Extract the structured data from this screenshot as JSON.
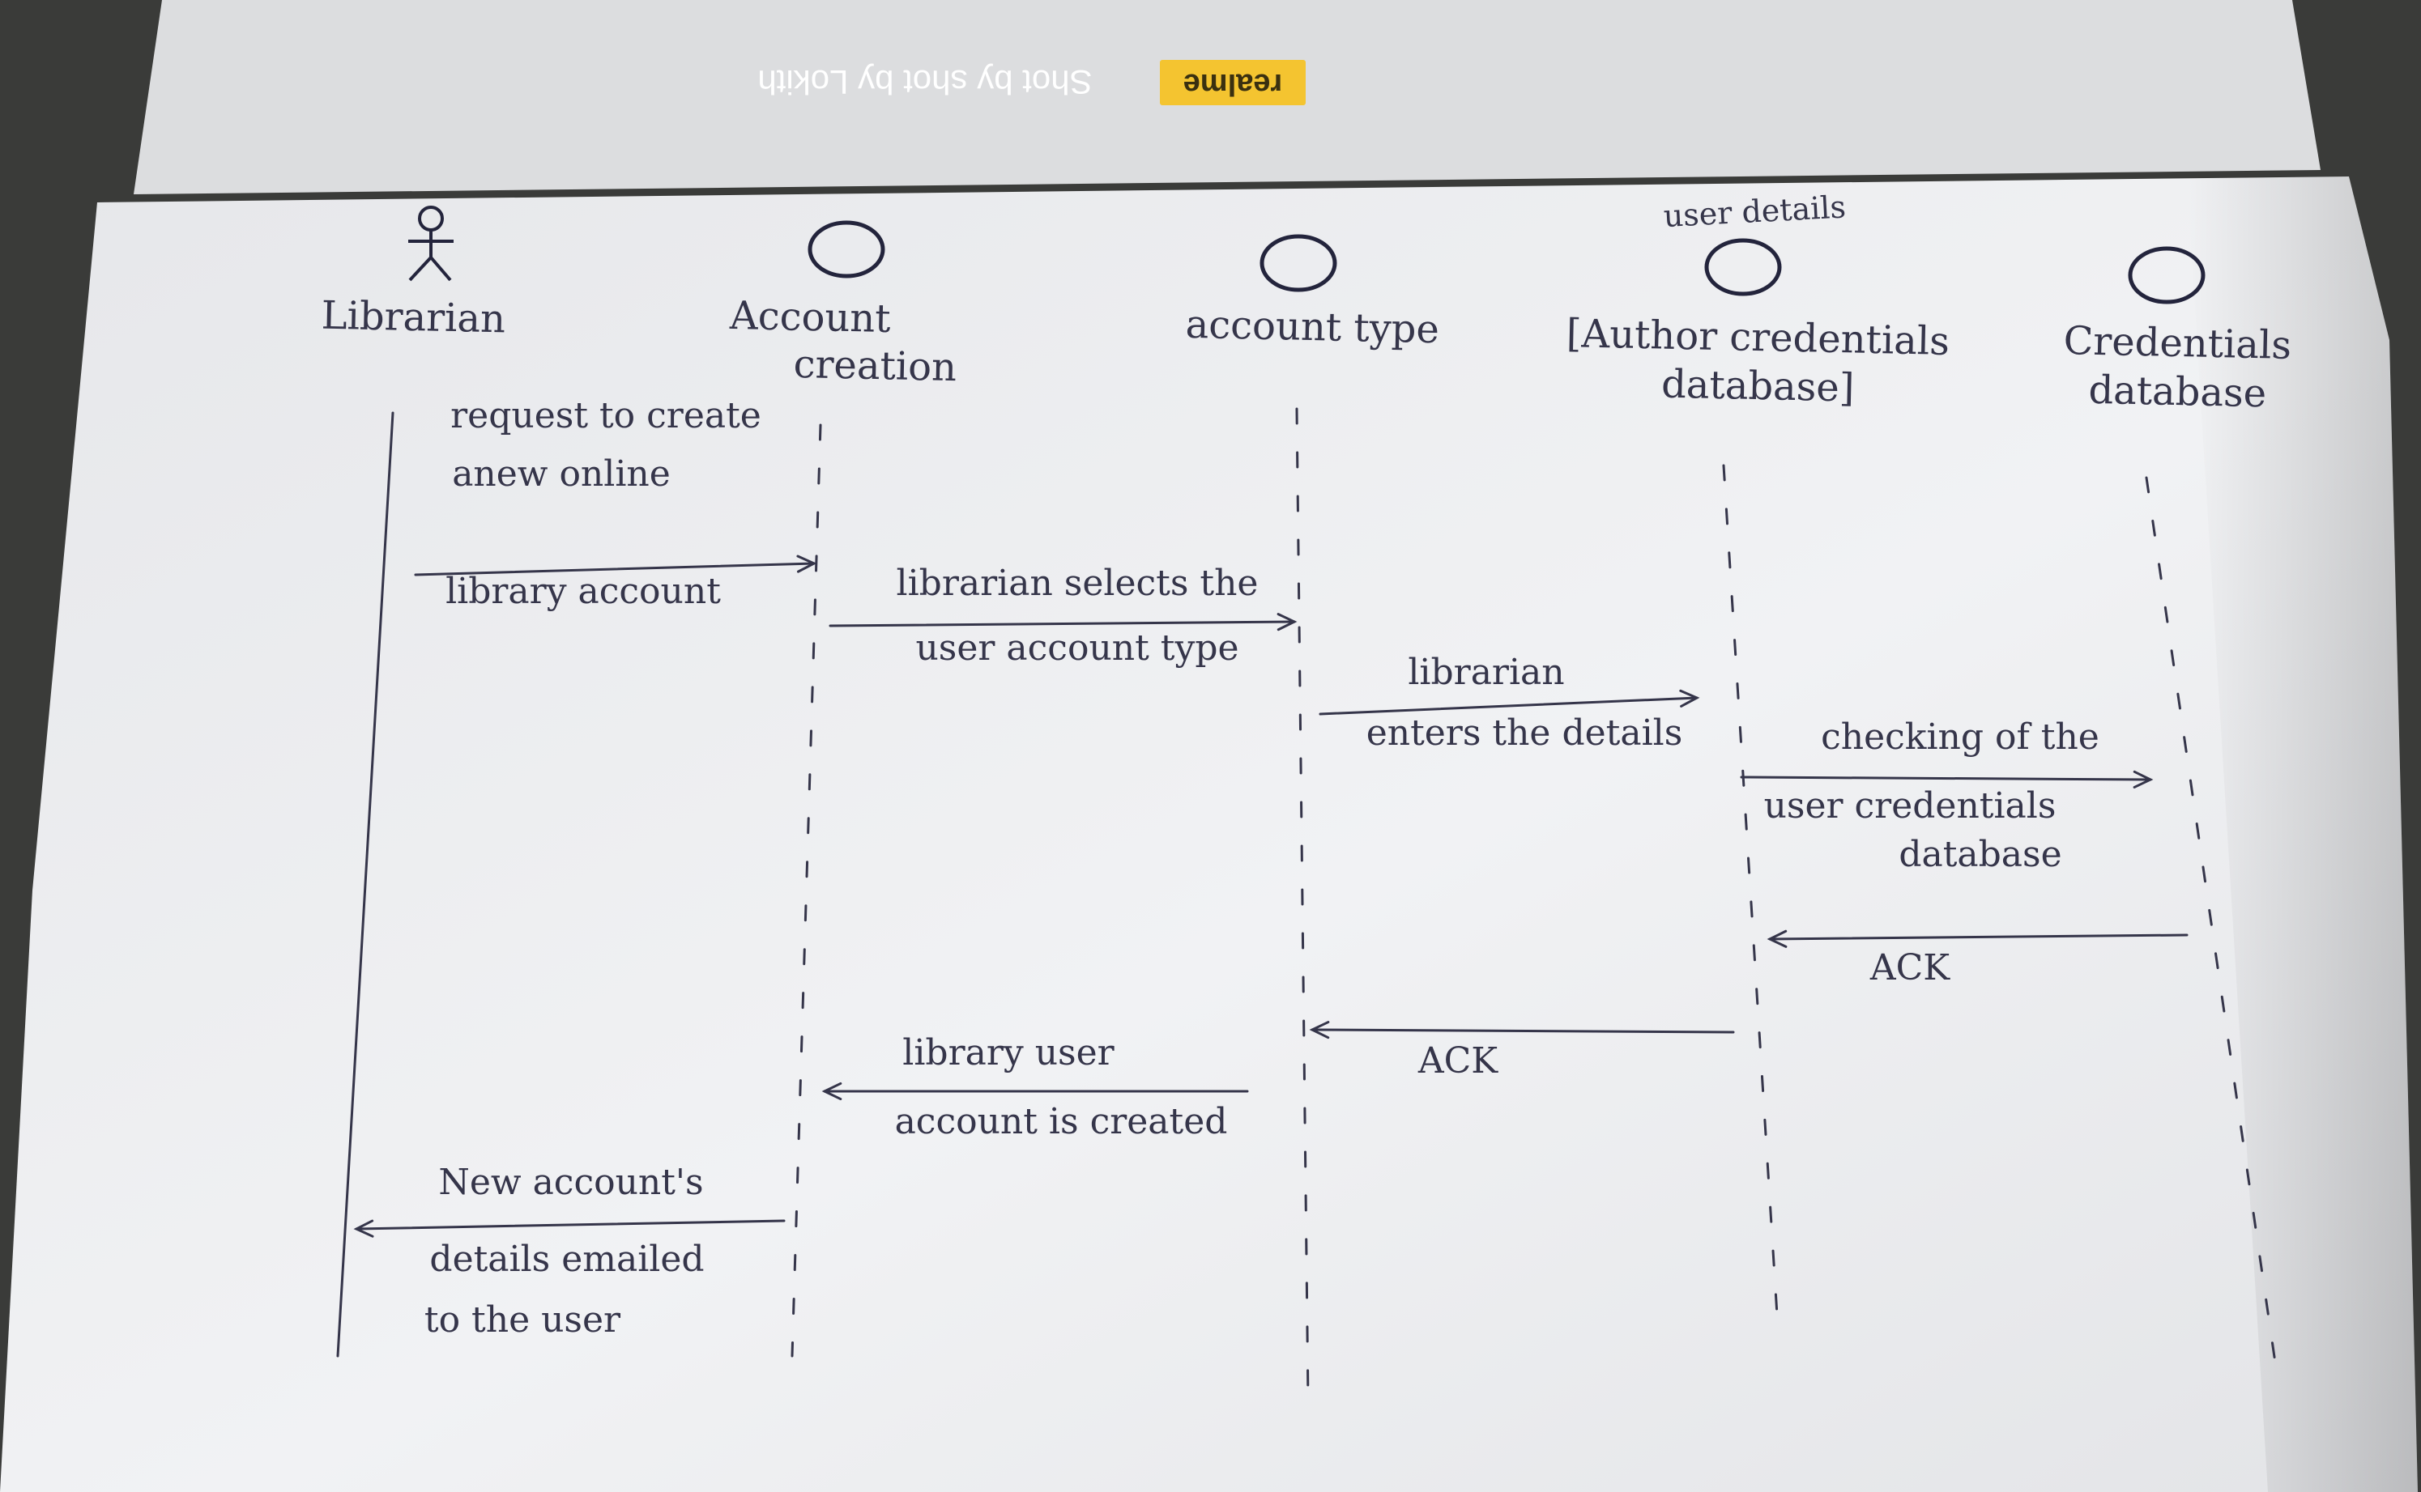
{
  "watermark": {
    "brand": "realme",
    "caption": "Shot by shot by Lokith",
    "brand_bg": "#f4c430",
    "text_color": "#ffffff"
  },
  "colors": {
    "background": "#3a3b39",
    "back_sheet": "#dcdddf",
    "paper": "#ecedef",
    "ink": "#35354a",
    "marker": "#23243c"
  },
  "lifelines": [
    {
      "id": "librarian",
      "label_lines": [
        "Librarian"
      ],
      "kind": "actor"
    },
    {
      "id": "account-creation",
      "label_lines": [
        "Account",
        "creation"
      ],
      "kind": "object"
    },
    {
      "id": "account-type",
      "label_lines": [
        "account type"
      ],
      "kind": "object"
    },
    {
      "id": "user-details",
      "header_note": "user details",
      "label_lines": [
        "[Author credentials",
        "database]"
      ],
      "kind": "object"
    },
    {
      "id": "credentials-db",
      "label_lines": [
        "Credentials",
        "database"
      ],
      "kind": "object"
    }
  ],
  "messages": [
    {
      "id": "request-create",
      "from": "librarian",
      "to": "account-creation",
      "label_above": [
        "request to create",
        "anew online"
      ],
      "label_below": [
        "library account"
      ]
    },
    {
      "id": "select-type",
      "from": "account-creation",
      "to": "account-type",
      "label_above": [
        "librarian selects the"
      ],
      "label_below": [
        "user account type"
      ]
    },
    {
      "id": "enter-details",
      "from": "account-type",
      "to": "user-details",
      "label_above": [
        "librarian"
      ],
      "label_below": [
        "enters the details"
      ]
    },
    {
      "id": "check-credentials",
      "from": "user-details",
      "to": "credentials-db",
      "label_above": [
        "checking of the"
      ],
      "label_below": [
        "user credentials",
        "database"
      ]
    },
    {
      "id": "ack-1",
      "from": "credentials-db",
      "to": "user-details",
      "label_above": [],
      "label_below": [
        "ACK"
      ]
    },
    {
      "id": "ack-2",
      "from": "user-details",
      "to": "account-type",
      "label_above": [],
      "label_below": [
        "ACK"
      ]
    },
    {
      "id": "account-created",
      "from": "account-type",
      "to": "account-creation",
      "label_above": [
        "library user"
      ],
      "label_below": [
        "account is created"
      ]
    },
    {
      "id": "details-emailed",
      "from": "account-creation",
      "to": "librarian",
      "label_above": [
        "New account's"
      ],
      "label_below": [
        "details emailed",
        "to the user"
      ]
    }
  ]
}
